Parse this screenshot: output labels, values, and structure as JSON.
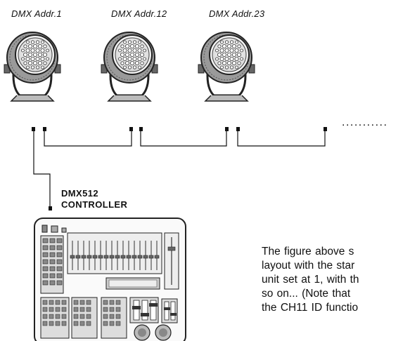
{
  "fixtures": [
    {
      "label": "DMX Addr.1"
    },
    {
      "label": "DMX Addr.12"
    },
    {
      "label": "DMX Addr.23"
    }
  ],
  "continuation": "...........",
  "controller": {
    "line1": "DMX512",
    "line2": "CONTROLLER"
  },
  "description": [
    "The figure above s",
    "layout with the star",
    "unit set at 1, with th",
    "so on... (Note that",
    "the CH11 ID functio"
  ]
}
